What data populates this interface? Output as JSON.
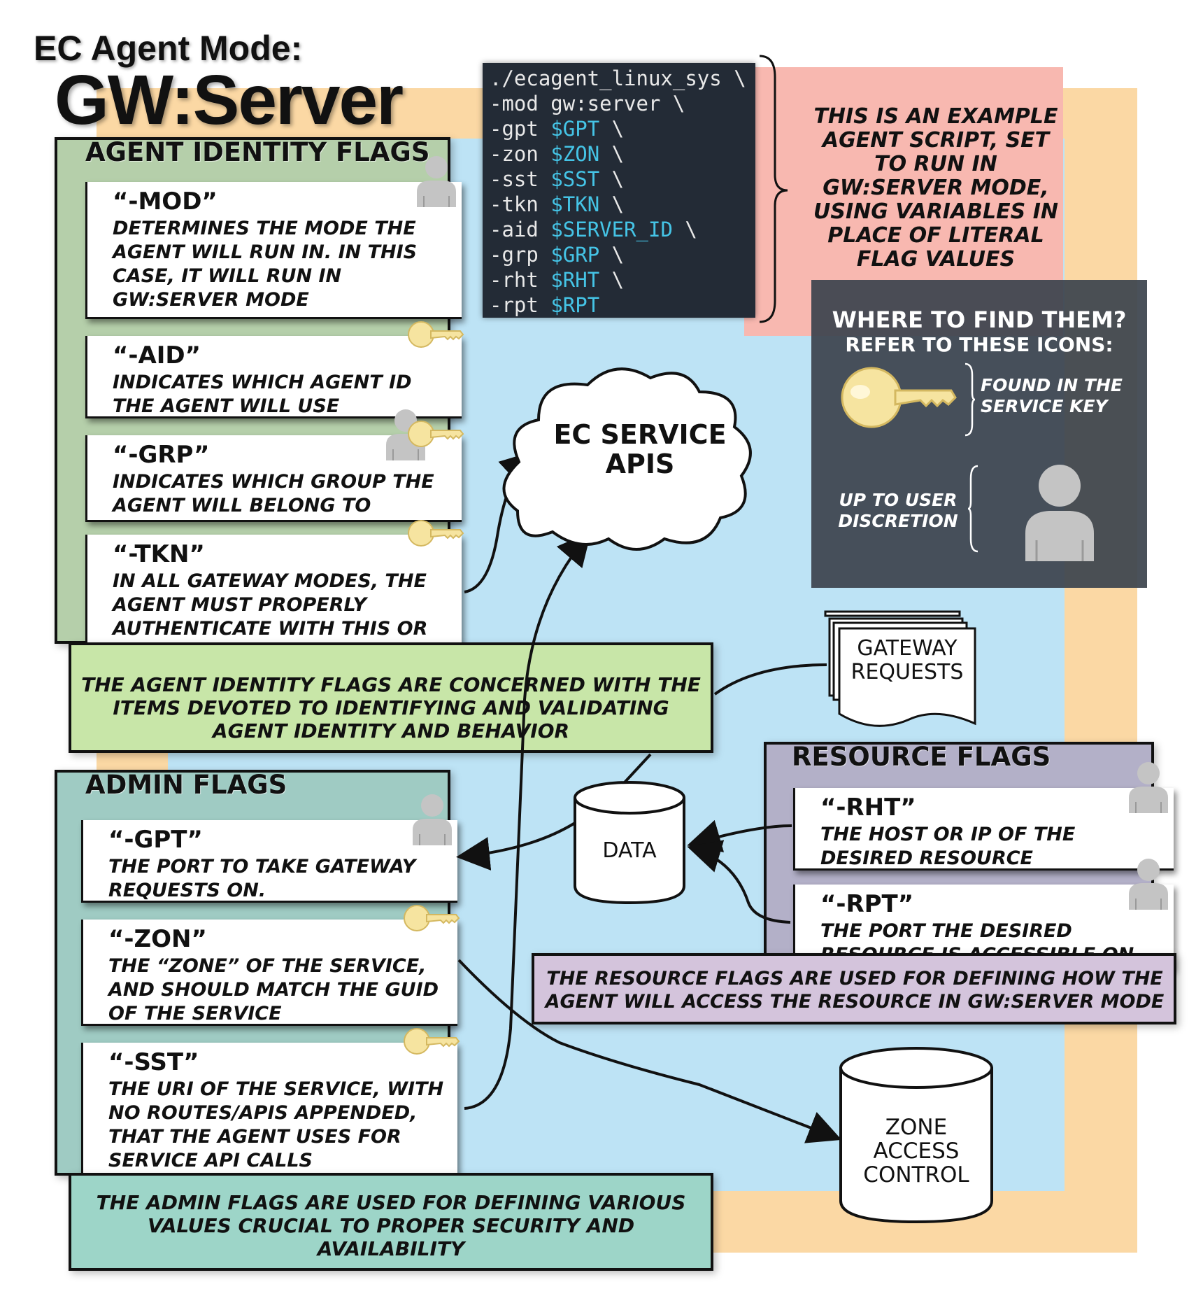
{
  "title": {
    "line1": "EC Agent Mode:",
    "line2": "GW:Server"
  },
  "script": {
    "lines": [
      {
        "text": "./ecagent_linux_sys \\",
        "var": ""
      },
      {
        "text": "-mod gw:server \\",
        "var": ""
      },
      {
        "text": "-gpt ",
        "var": "$GPT",
        "tail": " \\"
      },
      {
        "text": "-zon ",
        "var": "$ZON",
        "tail": " \\"
      },
      {
        "text": "-sst ",
        "var": "$SST",
        "tail": " \\"
      },
      {
        "text": "-tkn ",
        "var": "$TKN",
        "tail": " \\"
      },
      {
        "text": "-aid ",
        "var": "$SERVER_ID",
        "tail": " \\"
      },
      {
        "text": "-grp ",
        "var": "$GRP",
        "tail": " \\"
      },
      {
        "text": "-rht ",
        "var": "$RHT",
        "tail": " \\"
      },
      {
        "text": "-rpt ",
        "var": "$RPT",
        "tail": ""
      }
    ],
    "note": "This is an example agent script, set to run in GW:Server mode, using variables in place of literal flag values"
  },
  "legend": {
    "title": "Where to find them?",
    "subtitle": "Refer to these icons:",
    "key_label": "Found in the service key",
    "user_label": "Up to user discretion"
  },
  "identity": {
    "title": "Agent Identity Flags",
    "flags": [
      {
        "flag": "“-MOD”",
        "desc": "Determines the mode the agent will run in. In this case, it will run in GW:Server mode",
        "icon": "user"
      },
      {
        "flag": "“-AID”",
        "desc": "Indicates which agent ID the agent will use",
        "icon": "key"
      },
      {
        "flag": "“-GRP”",
        "desc": "Indicates which group the agent will belong to",
        "icon": "user+key"
      },
      {
        "flag": "“-TKN”",
        "desc": "In all gateway modes, the agent must properly authenticate with this or terminate",
        "icon": "key"
      }
    ],
    "caption": "The agent identity flags are concerned with the items devoted to identifying and validating agent identity and behavior"
  },
  "admin": {
    "title": "Admin Flags",
    "flags": [
      {
        "flag": "“-GPT”",
        "desc": "The port to take gateway requests on.",
        "icon": "user"
      },
      {
        "flag": "“-ZON”",
        "desc": "The “zone” of the service, and should match the GUID of the service",
        "icon": "key"
      },
      {
        "flag": "“-SST”",
        "desc": "The URI of the service, with no routes/APIs appended, that the agent uses for service API calls",
        "icon": "key"
      }
    ],
    "caption": "The admin flags are used for defining various values crucial to proper security and availability"
  },
  "resource": {
    "title": "Resource Flags",
    "flags": [
      {
        "flag": "“-RHT”",
        "desc": "The host or IP of the desired resource",
        "icon": "user"
      },
      {
        "flag": "“-RPT”",
        "desc": "The port the desired resource is accessible on",
        "icon": "user"
      }
    ],
    "caption": "The resource flags are used for defining how the agent will access the resource in GW:Server mode"
  },
  "nodes": {
    "cloud": "EC Service APIs",
    "gateway": "Gateway Requests",
    "data": "Data",
    "zone": "Zone Access Control"
  },
  "colors": {
    "orange_bg": "#fbd8a4",
    "blue_bg": "#bde3f5",
    "pink_bg": "#f8b8b0",
    "identity_panel": "#b5cfaa",
    "identity_caption": "#c8e6a8",
    "admin_panel": "#9fcbc3",
    "admin_caption": "#9dd5c8",
    "resource_panel": "#b3b0c8",
    "resource_caption": "#d4c4dc",
    "key": "#f6e4a0",
    "user": "#c4c4c4",
    "code_var": "#45c4e6"
  }
}
